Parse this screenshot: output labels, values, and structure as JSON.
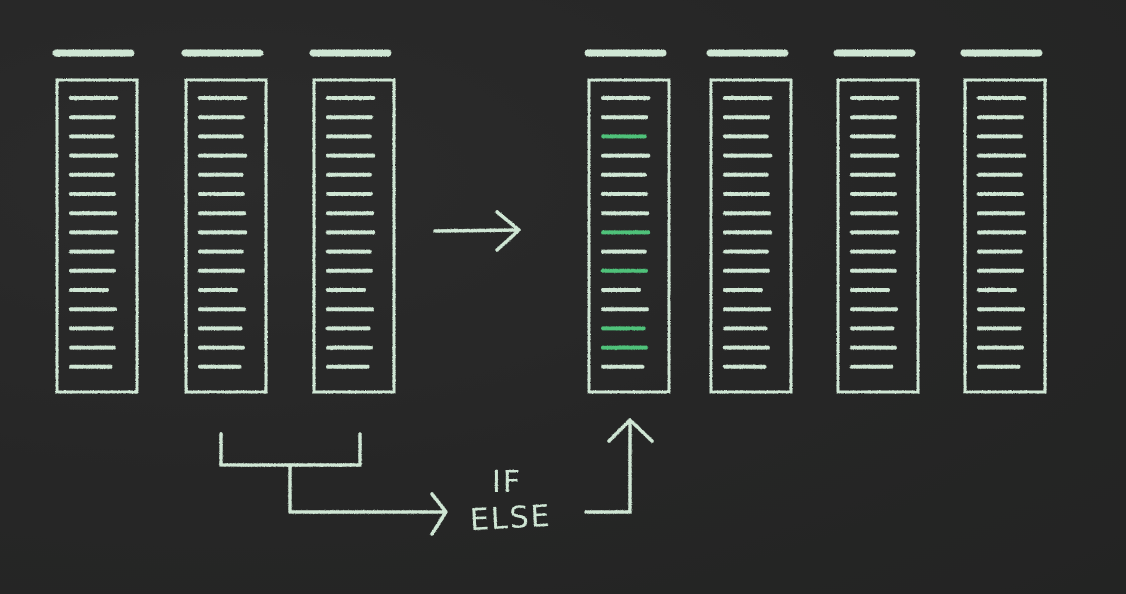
{
  "diagram": {
    "condition_label": {
      "line1": "IF",
      "line2": "ELSE"
    },
    "colors": {
      "background": "#262626",
      "chalk": "#cfe6d4",
      "highlight": "#4fc27a"
    },
    "input_columns": {
      "count": 3,
      "rows_per_column": 15
    },
    "output_columns": {
      "count": 4,
      "rows_per_column": 15,
      "highlighted_rows_in_first_column": [
        2,
        7,
        9,
        12,
        13
      ]
    }
  }
}
